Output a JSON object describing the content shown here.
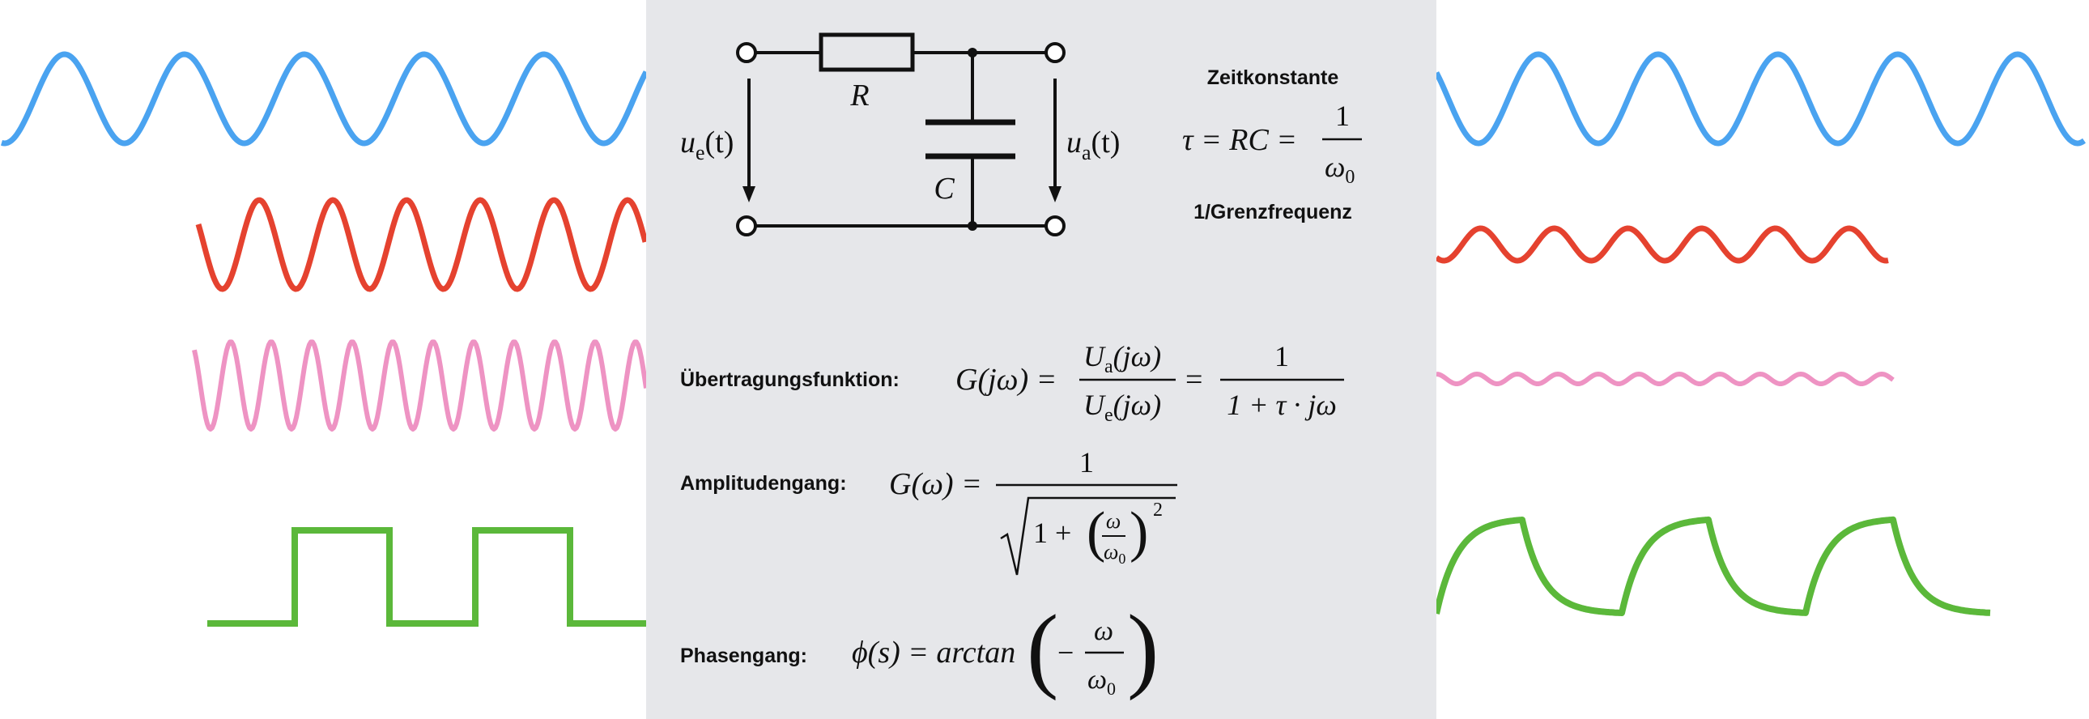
{
  "colors": {
    "blue": "#4aa3f0",
    "red": "#e5422f",
    "pink": "#ee93c3",
    "green": "#5bb83a",
    "panel": "#e6e7ea"
  },
  "circuit": {
    "resistor": "R",
    "capacitor": "C",
    "input_u": "u",
    "input_sub": "e",
    "input_t": "(t)",
    "output_u": "u",
    "output_sub": "a",
    "output_t": "(t)"
  },
  "time_constant": {
    "title": "Zeitkonstante",
    "lhs": "τ = RC =",
    "num": "1",
    "den": "ω",
    "den_sub": "0",
    "note": "1/Grenzfrequenz"
  },
  "transfer": {
    "label": "Übertragungsfunktion:",
    "lhs": "G(jω) =",
    "num_u": "U",
    "num_sub": "a",
    "num_rest": "(jω)",
    "den_u": "U",
    "den_sub": "e",
    "den_rest": "(jω)",
    "eq": "=",
    "num2": "1",
    "den2": "1 + τ · jω"
  },
  "amplitude": {
    "label": "Amplitudengang:",
    "lhs": "G(ω) =",
    "num": "1",
    "rad_one": "1 +",
    "frac_num": "ω",
    "frac_den": "ω",
    "frac_den_sub": "0",
    "exp": "2"
  },
  "phase": {
    "label": "Phasengang:",
    "lhs": "ϕ(s) = arctan",
    "minus": "−",
    "frac_num": "ω",
    "frac_den": "ω",
    "frac_den_sub": "0"
  }
}
